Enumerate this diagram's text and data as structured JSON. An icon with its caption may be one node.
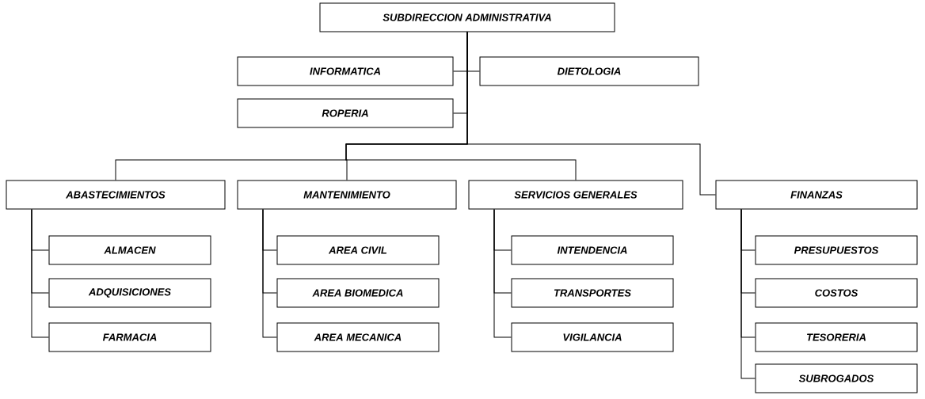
{
  "diagram": {
    "nodes": [
      {
        "text": [
          "SUBDIRECCION ADMINISTRATIVA"
        ]
      },
      {
        "text": [
          "INFORMATICA"
        ]
      },
      {
        "text": [
          "DIETOLOGIA"
        ]
      },
      {
        "text": [
          "ROPERIA"
        ]
      },
      {
        "text": [
          "ABASTECIMIENTOS"
        ]
      },
      {
        "text": [
          "MANTENIMIENTO"
        ]
      },
      {
        "text": [
          "SERVICIOS GENERALES"
        ]
      },
      {
        "text": [
          "FINANZAS"
        ]
      },
      {
        "text": [
          "ALMACEN"
        ]
      },
      {
        "text": [
          "ADQUISICIONES"
        ]
      },
      {
        "text": [
          "FARMACIA"
        ]
      },
      {
        "text": [
          "AREA CIVIL"
        ]
      },
      {
        "text": [
          "AREA BIOMEDICA"
        ]
      },
      {
        "text": [
          "AREA MECANICA"
        ]
      },
      {
        "text": [
          "INTENDENCIA"
        ]
      },
      {
        "text": [
          "TRANSPORTES"
        ]
      },
      {
        "text": [
          "VIGILANCIA"
        ]
      },
      {
        "text": [
          "PRESUPUESTOS"
        ]
      },
      {
        "text": [
          "COSTOS"
        ]
      },
      {
        "text": [
          "TESORERIA"
        ]
      },
      {
        "text": [
          "SUBROGADOS"
        ]
      }
    ],
    "edges": [
      {
        "from": 0,
        "to": 1,
        "arrow": "none"
      },
      {
        "from": 0,
        "to": 2,
        "arrow": "none"
      },
      {
        "from": 0,
        "to": 3,
        "arrow": "none"
      },
      {
        "from": 0,
        "to": 4,
        "arrow": "none"
      },
      {
        "from": 0,
        "to": 5,
        "arrow": "none"
      },
      {
        "from": 0,
        "to": 6,
        "arrow": "none"
      },
      {
        "from": 0,
        "to": 7,
        "arrow": "none"
      },
      {
        "from": 4,
        "to": 8,
        "arrow": "none"
      },
      {
        "from": 4,
        "to": 9,
        "arrow": "none"
      },
      {
        "from": 4,
        "to": 10,
        "arrow": "none"
      },
      {
        "from": 5,
        "to": 11,
        "arrow": "none"
      },
      {
        "from": 5,
        "to": 12,
        "arrow": "none"
      },
      {
        "from": 5,
        "to": 13,
        "arrow": "none"
      },
      {
        "from": 6,
        "to": 14,
        "arrow": "none"
      },
      {
        "from": 6,
        "to": 15,
        "arrow": "none"
      },
      {
        "from": 6,
        "to": 16,
        "arrow": "none"
      },
      {
        "from": 7,
        "to": 17,
        "arrow": "none"
      },
      {
        "from": 7,
        "to": 18,
        "arrow": "none"
      },
      {
        "from": 7,
        "to": 19,
        "arrow": "none"
      },
      {
        "from": 7,
        "to": 20,
        "arrow": "none"
      }
    ]
  }
}
